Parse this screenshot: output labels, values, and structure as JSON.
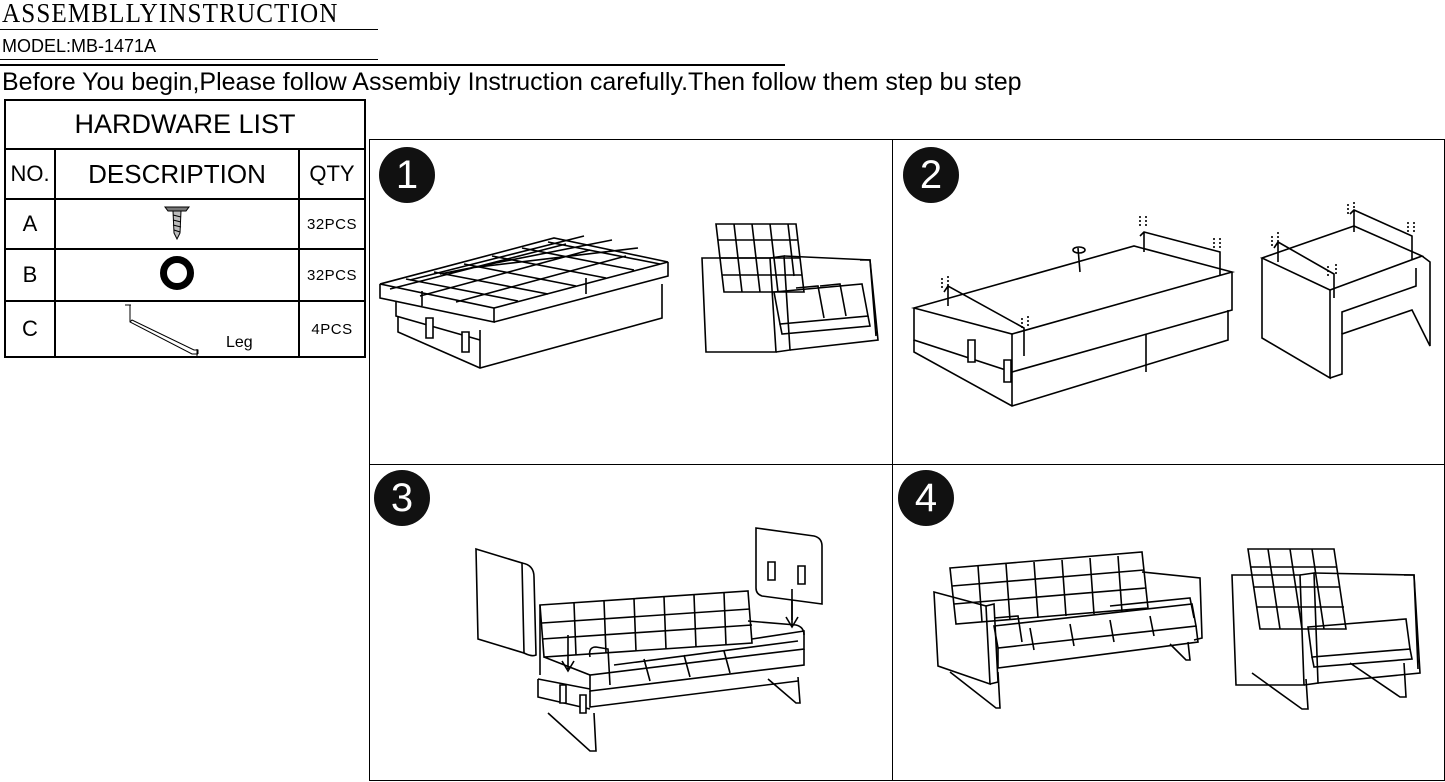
{
  "header": {
    "title": "ASSEMBLLYINSTRUCTION",
    "model": "MODEL:MB-1471A",
    "intro": "Before You begin,Please follow Assembiy Instruction carefully.Then follow them step bu step"
  },
  "hardware": {
    "title": "HARDWARE LIST",
    "col_no": "NO.",
    "col_desc": "DESCRIPTION",
    "col_qty": "QTY",
    "rows": [
      {
        "no": "A",
        "icon": "screw-icon",
        "qty": "32PCS"
      },
      {
        "no": "B",
        "icon": "washer-icon",
        "qty": "32PCS"
      },
      {
        "no": "C",
        "icon": "leg-icon",
        "label": "Leg",
        "qty": "4PCS"
      }
    ]
  },
  "steps": [
    {
      "num": "1"
    },
    {
      "num": "2"
    },
    {
      "num": "3"
    },
    {
      "num": "4"
    }
  ]
}
